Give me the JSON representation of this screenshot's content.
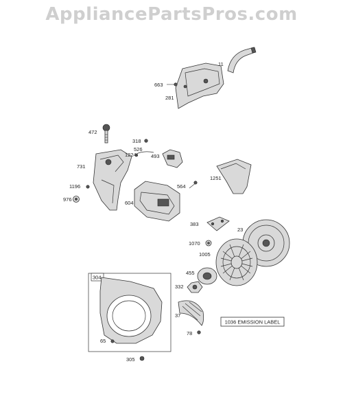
{
  "watermark": "AppliancePartsPros.com",
  "emission_label": "1036 EMISSION LABEL",
  "labels": {
    "p11": "11",
    "p663": "663",
    "p281": "281",
    "p472": "472",
    "p318": "318",
    "p526": "526",
    "p1224": "1224",
    "p493": "493",
    "p731": "731",
    "p1251": "1251",
    "p1196": "1196",
    "p564": "564",
    "p976": "976",
    "p604": "604",
    "p383": "383",
    "p23": "23",
    "p1070": "1070",
    "p1005": "1005",
    "p304": "304",
    "p455": "455",
    "p332": "332",
    "p37": "37",
    "p65": "65",
    "p78": "78",
    "p305": "305"
  }
}
